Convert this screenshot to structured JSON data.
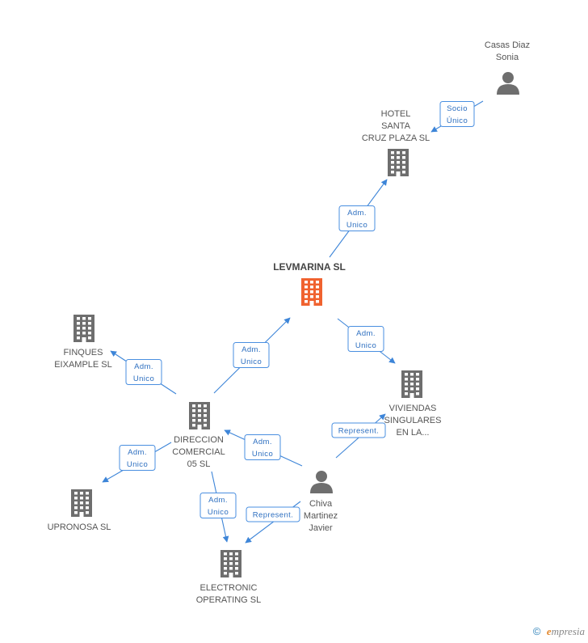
{
  "nodes": [
    {
      "id": "casas",
      "type": "person",
      "lines": [
        "Casas Diaz",
        "Sonia"
      ]
    },
    {
      "id": "hotel",
      "type": "company",
      "lines": [
        "HOTEL",
        "SANTA",
        "CRUZ PLAZA SL"
      ]
    },
    {
      "id": "levmarina",
      "type": "company-main",
      "lines": [
        "LEVMARINA SL"
      ]
    },
    {
      "id": "finques",
      "type": "company",
      "lines": [
        "FINQUES",
        "EIXAMPLE SL"
      ]
    },
    {
      "id": "direccion",
      "type": "company",
      "lines": [
        "DIRECCION",
        "COMERCIAL",
        "05 SL"
      ]
    },
    {
      "id": "viviendas",
      "type": "company",
      "lines": [
        "VIVIENDAS",
        "SINGULARES",
        "EN LA..."
      ]
    },
    {
      "id": "chiva",
      "type": "person",
      "lines": [
        "Chiva",
        "Martinez",
        "Javier"
      ]
    },
    {
      "id": "upronosa",
      "type": "company",
      "lines": [
        "UPRONOSA SL"
      ]
    },
    {
      "id": "electronic",
      "type": "company",
      "lines": [
        "ELECTRONIC",
        "OPERATING SL"
      ]
    }
  ],
  "edges": [
    {
      "id": "casas-hotel",
      "lines": [
        "Socio",
        "Único"
      ]
    },
    {
      "id": "levmarina-hotel",
      "lines": [
        "Adm.",
        "Unico"
      ]
    },
    {
      "id": "direccion-levmarina",
      "lines": [
        "Adm.",
        "Unico"
      ]
    },
    {
      "id": "levmarina-viviendas",
      "lines": [
        "Adm.",
        "Unico"
      ]
    },
    {
      "id": "direccion-finques",
      "lines": [
        "Adm.",
        "Unico"
      ]
    },
    {
      "id": "chiva-direccion",
      "lines": [
        "Adm.",
        "Unico"
      ]
    },
    {
      "id": "chiva-viviendas",
      "lines": [
        "Represent."
      ]
    },
    {
      "id": "direccion-upronosa",
      "lines": [
        "Adm.",
        "Unico"
      ]
    },
    {
      "id": "direccion-electronic",
      "lines": [
        "Adm.",
        "Unico"
      ]
    },
    {
      "id": "chiva-electronic",
      "lines": [
        "Represent."
      ]
    }
  ],
  "colors": {
    "company": "#6e6e6e",
    "company_main": "#f0622f",
    "person": "#6e6e6e",
    "edge": "#3d85d8"
  },
  "footer": {
    "copyright_symbol": "©",
    "brand_initial": "e",
    "brand_rest": "mpresia"
  }
}
